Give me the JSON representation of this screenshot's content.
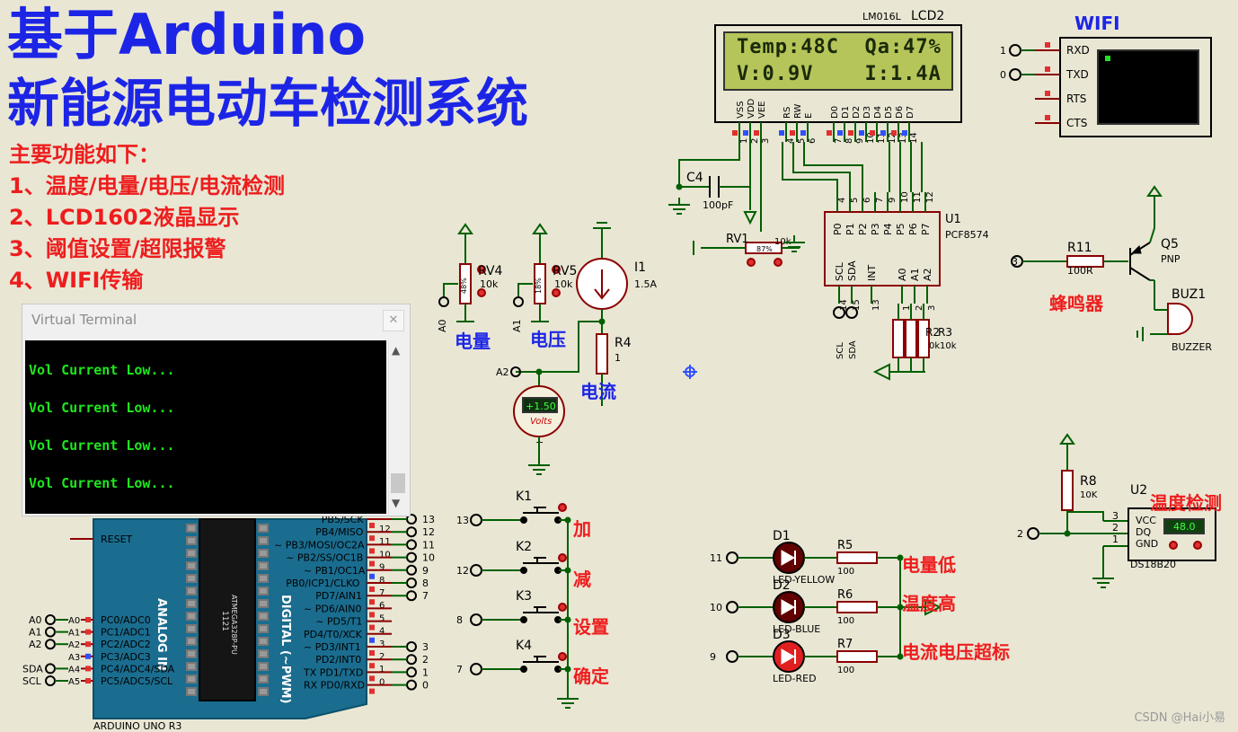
{
  "title": {
    "line1": "基于Arduino",
    "line2": "新能源电动车检测系统"
  },
  "features": [
    "主要功能如下：",
    "1、温度/电量/电压/电流检测",
    "2、LCD1602液晶显示",
    "3、阈值设置/超限报警",
    "4、WIFI传输"
  ],
  "terminal": {
    "title": "Virtual Terminal",
    "close": "✕",
    "lines": [
      "Vol Current Low...",
      "Vol Current Low...",
      "Vol Current Low...",
      "Vol Current Low..."
    ]
  },
  "lcd": {
    "model": "LM016L",
    "name": "LCD2",
    "line1": "Temp:48C  Qa:47%",
    "line2": "V:0.9V    I:1.4A",
    "pins": [
      "VSS",
      "VDD",
      "VEE",
      "RS",
      "RW",
      "E",
      "D0",
      "D1",
      "D2",
      "D3",
      "D4",
      "D5",
      "D6",
      "D7"
    ],
    "pin_nums": [
      "1",
      "2",
      "3",
      "4",
      "5",
      "6",
      "7",
      "8",
      "9",
      "10",
      "11",
      "12",
      "13",
      "14"
    ]
  },
  "wifi": {
    "title": "WIFI",
    "pins": [
      "RXD",
      "TXD",
      "RTS",
      "CTS"
    ],
    "rxd_net": "1",
    "txd_net": "0"
  },
  "pcf": {
    "name": "U1",
    "model": "PCF8574",
    "pins_top": [
      "P0",
      "P1",
      "P2",
      "P3",
      "P4",
      "P5",
      "P6",
      "P7"
    ],
    "pin_nums_top": [
      "4",
      "5",
      "6",
      "7",
      "9",
      "10",
      "11",
      "12"
    ],
    "pins_bottom": [
      "SCL",
      "SDA",
      "INT",
      "A0",
      "A1",
      "A2"
    ],
    "pin_nums_bottom": [
      "14",
      "15",
      "13",
      "1",
      "2",
      "3"
    ],
    "scl": "SCL",
    "sda": "SDA"
  },
  "c4": {
    "name": "C4",
    "value": "100pF"
  },
  "rv1": {
    "name": "RV1",
    "value": "10k",
    "pct": "87%"
  },
  "r2": {
    "name": "R2",
    "value": "0k"
  },
  "r3": {
    "name": "R3",
    "value": "10k"
  },
  "rv4": {
    "name": "RV4",
    "value": "10k",
    "pct": "48%",
    "net": "A0",
    "label": "电量"
  },
  "rv5": {
    "name": "RV5",
    "value": "10k",
    "pct": "18%",
    "net": "A1",
    "label": "电压"
  },
  "i1": {
    "name": "I1",
    "value": "1.5A"
  },
  "r4": {
    "name": "R4",
    "value": "1",
    "label": "电流"
  },
  "voltmeter": {
    "reading": "+1.50",
    "unit": "Volts",
    "net": "A2"
  },
  "r11": {
    "name": "R11",
    "value": "100R",
    "net": "3"
  },
  "q5": {
    "name": "Q5",
    "type": "PNP"
  },
  "buzzer": {
    "name": "BUZ1",
    "model": "BUZZER",
    "label": "蜂鸣器"
  },
  "buttons": [
    {
      "name": "K1",
      "net": "13",
      "label": "加"
    },
    {
      "name": "K2",
      "net": "12",
      "label": "减"
    },
    {
      "name": "K3",
      "net": "8",
      "label": "设置"
    },
    {
      "name": "K4",
      "net": "7",
      "label": "确定"
    }
  ],
  "leds": [
    {
      "name": "D1",
      "model": "LED-YELLOW",
      "net": "11",
      "res": "R5",
      "rval": "100",
      "label": "电量低"
    },
    {
      "name": "D2",
      "model": "LED-BLUE",
      "net": "10",
      "res": "R6",
      "rval": "100",
      "label": "温度高"
    },
    {
      "name": "D3",
      "model": "LED-RED",
      "net": "9",
      "res": "R7",
      "rval": "100",
      "label": "电流电压超标"
    }
  ],
  "ds18b20": {
    "name": "U2",
    "model": "DS18B20",
    "reading": "48.0",
    "pins": [
      "VCC",
      "DQ",
      "GND"
    ],
    "pin_nums": [
      "3",
      "2",
      "1"
    ],
    "net": "2",
    "label": "温度检测"
  },
  "r8": {
    "name": "R8",
    "value": "10K"
  },
  "arduino": {
    "name": "ARDUINO UNO R3",
    "chip": "ATMEGA328P-PU",
    "chip_num": "1121",
    "reset": "RESET",
    "analog_title": "ANALOG IN",
    "digital_title": "DIGITAL (~PWM)",
    "analog_pins": [
      "PC0/ADC0",
      "PC1/ADC1",
      "PC2/ADC2",
      "PC3/ADC3",
      "PC4/ADC4/SDA",
      "PC5/ADC5/SCL"
    ],
    "analog_short": [
      "A0",
      "A1",
      "A2",
      "A3",
      "A4",
      "A5"
    ],
    "analog_nets": [
      "A0",
      "A1",
      "A2",
      "",
      "SDA",
      "SCL"
    ],
    "digital_pins": [
      "PB5/SCK",
      "PB4/MISO",
      "~ PB3/MOSI/OC2A",
      "~ PB2/SS/OC1B",
      "~ PB1/OC1A",
      "PB0/ICP1/CLKO",
      "PD7/AIN1",
      "~ PD6/AIN0",
      "~ PD5/T1",
      "PD4/T0/XCK",
      "~ PD3/INT1",
      "PD2/INT0",
      "TX PD1/TXD",
      "RX PD0/RXD"
    ],
    "digital_nums": [
      "12",
      "11",
      "10",
      "9",
      "8",
      "7",
      "6",
      "5",
      "4",
      "3",
      "2",
      "1",
      "0"
    ],
    "digital_nets": [
      "13",
      "12",
      "11",
      "10",
      "9",
      "8",
      "7",
      "",
      "",
      "",
      "3",
      "2",
      "1",
      "0"
    ]
  },
  "watermark": "CSDN @Hai小易"
}
